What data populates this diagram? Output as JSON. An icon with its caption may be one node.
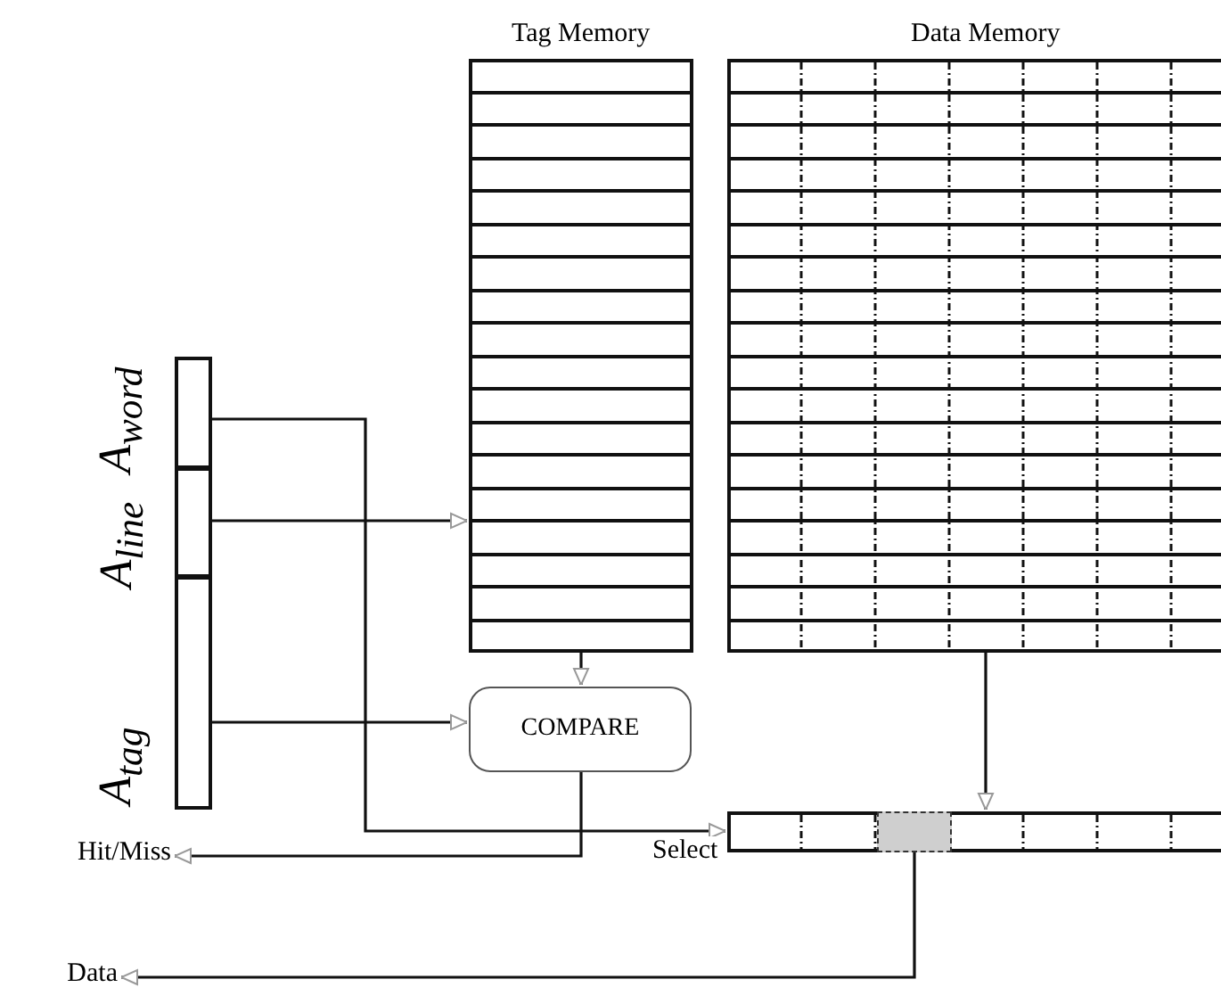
{
  "diagram": {
    "nodes": [
      {
        "text": [
          "A$_{word}$"
        ]
      },
      {
        "text": [
          "A$_{line}$"
        ]
      },
      {
        "text": [
          "A$_{tag}$"
        ]
      },
      {
        "text": [
          "Tag Memory"
        ]
      },
      {
        "text": [
          "Data Memory"
        ]
      },
      {
        "text": [
          "COMPARE"
        ]
      },
      {
        "text": [],
        "shape": "box"
      },
      {
        "text": [],
        "shape": "box",
        "in": 6
      },
      {
        "text": [
          "Hit/Miss"
        ]
      },
      {
        "text": [
          "Data"
        ]
      }
    ],
    "edges": [
      {
        "from": 0,
        "to": 6,
        "arrow": "to",
        "label": "Select"
      },
      {
        "from": 1,
        "to": 3,
        "arrow": "to"
      },
      {
        "from": 2,
        "to": 5,
        "arrow": "to"
      },
      {
        "from": 3,
        "to": 5,
        "arrow": "to"
      },
      {
        "from": 4,
        "to": 6,
        "arrow": "to"
      },
      {
        "from": 5,
        "to": 8,
        "arrow": "to"
      },
      {
        "from": 7,
        "to": 9,
        "arrow": "to"
      }
    ]
  }
}
